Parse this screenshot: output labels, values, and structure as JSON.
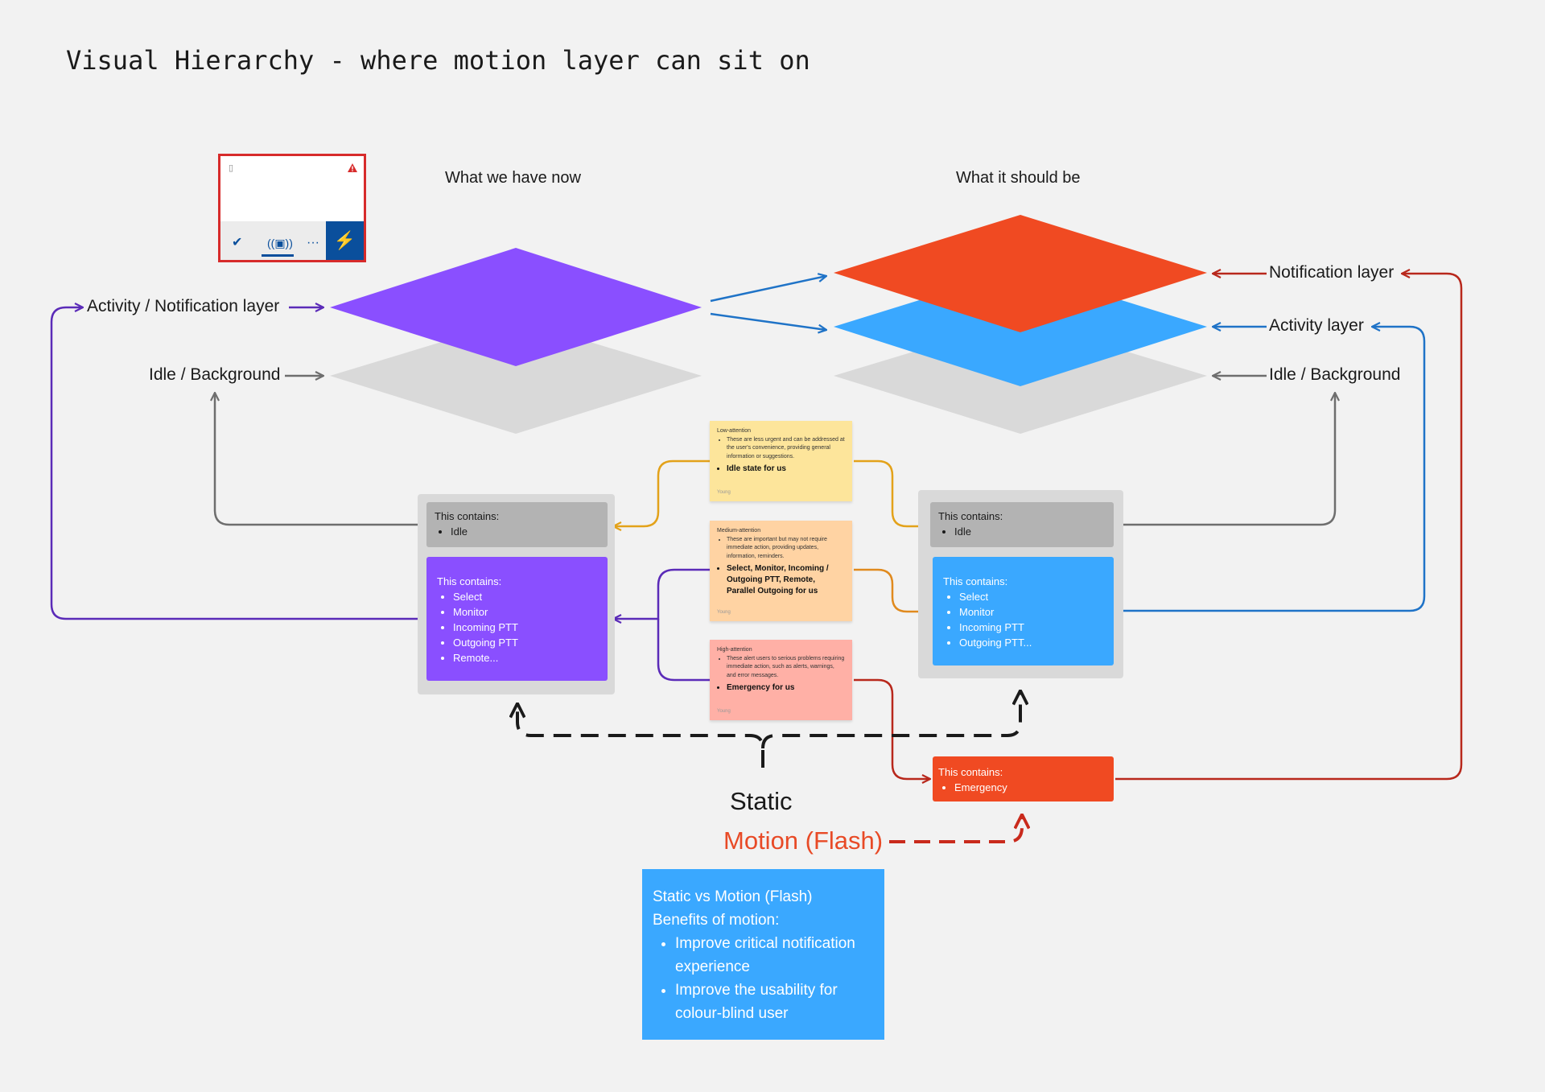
{
  "title": "Visual Hierarchy - where motion layer can sit on",
  "headers": {
    "left": "What we have now",
    "right": "What it should be"
  },
  "left_labels": {
    "activity_notification": "Activity / Notification layer",
    "idle_background": "Idle / Background"
  },
  "right_labels": {
    "notification": "Notification layer",
    "activity": "Activity layer",
    "idle_background": "Idle / Background"
  },
  "left_panel": {
    "idle_box": {
      "heading": "This contains:",
      "items": [
        "Idle"
      ]
    },
    "activity_box": {
      "heading": "This contains:",
      "items": [
        "Select",
        "Monitor",
        "Incoming PTT",
        "Outgoing PTT",
        "Remote..."
      ]
    }
  },
  "right_panel": {
    "idle_box": {
      "heading": "This contains:",
      "items": [
        "Idle"
      ]
    },
    "activity_box": {
      "heading": "This contains:",
      "items": [
        "Select",
        "Monitor",
        "Incoming PTT",
        "Outgoing PTT..."
      ]
    }
  },
  "emergency_box": {
    "heading": "This contains:",
    "items": [
      "Emergency"
    ]
  },
  "stickies": [
    {
      "title": "Low-attention",
      "desc": "These are less urgent and can be addressed at the user's convenience, providing general information or suggestions.",
      "strong": "Idle state for us",
      "author": "Young",
      "color": "#fde59b"
    },
    {
      "title": "Medium-attention",
      "desc": "These are important but may not require immediate action, providing updates, information, reminders.",
      "strong": "Select, Monitor, Incoming / Outgoing PTT, Remote, Parallel Outgoing for us",
      "author": "Young",
      "color": "#ffd3a3"
    },
    {
      "title": "High-attention",
      "desc": "These alert users to serious problems requiring immediate action, such as alerts, warnings, and error messages.",
      "strong": "Emergency for us",
      "author": "Young",
      "color": "#ffb0a6"
    }
  ],
  "static_label": "Static",
  "motion_label": "Motion (Flash)",
  "benefits": {
    "line1": "Static vs Motion (Flash)",
    "line2": "Benefits of motion:",
    "items": [
      "Improve critical notification experience",
      "Improve the usability for colour-blind user"
    ]
  },
  "device": {
    "icons": [
      "radio-icon",
      "alert-icon",
      "check-icon",
      "ptt-icon",
      "more-icon",
      "bolt-icon"
    ]
  },
  "colors": {
    "purple": "#8a4fff",
    "notification_red": "#f04a22",
    "activity_blue": "#3aa8ff",
    "idle_gray": "#d9d9d9",
    "arrow_purple": "#5b2bb8",
    "arrow_blue": "#1f73c7",
    "arrow_red": "#b8281c",
    "arrow_orange": "#e08a1e",
    "arrow_yellow": "#e3a21a",
    "arrow_gray": "#6e6e6e"
  }
}
